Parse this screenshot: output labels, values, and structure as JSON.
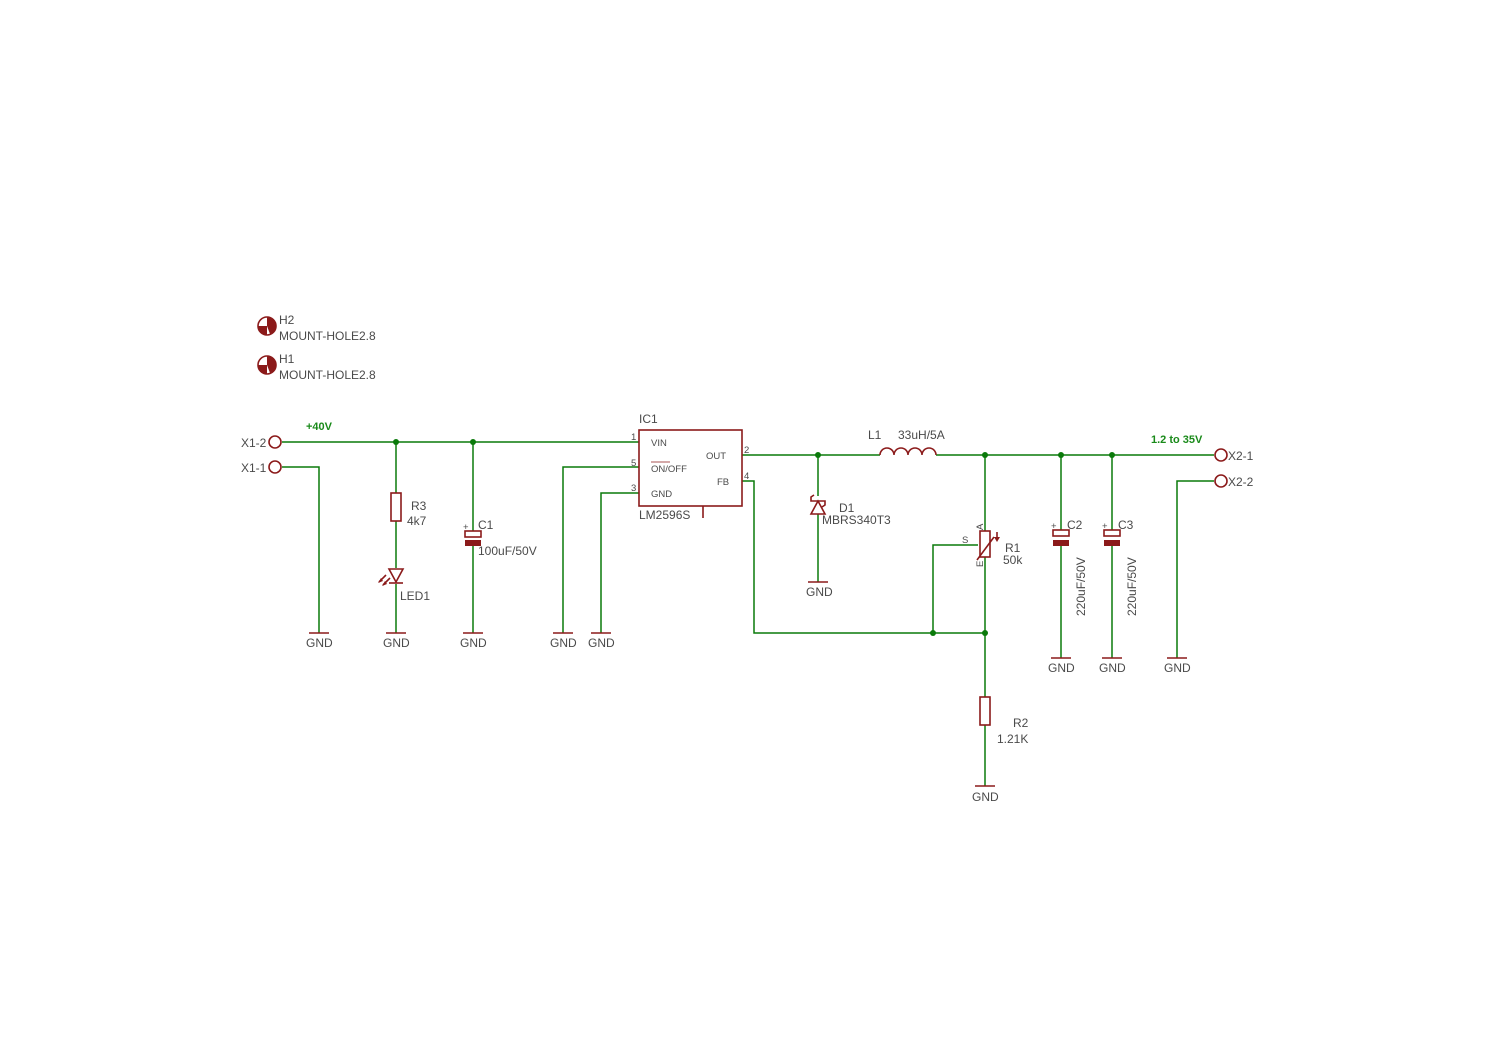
{
  "colors": {
    "wire": "#0a7a0a",
    "symbol": "#8b1a1a",
    "text": "#4a4a4a",
    "net_label": "#1a8a1a"
  },
  "mount_holes": [
    {
      "name": "H2",
      "value": "MOUNT-HOLE2.8"
    },
    {
      "name": "H1",
      "value": "MOUNT-HOLE2.8"
    }
  ],
  "nets": {
    "vin": "+40V",
    "vout": "1.2 to 35V"
  },
  "connectors": {
    "x1_2": "X1-2",
    "x1_1": "X1-1",
    "x2_1": "X2-1",
    "x2_2": "X2-2"
  },
  "ic": {
    "name": "IC1",
    "value": "LM2596S",
    "pins": {
      "vin": "VIN",
      "onoff": "ON/OFF",
      "gnd": "GND",
      "out": "OUT",
      "fb": "FB"
    },
    "pin_numbers": {
      "vin": "1",
      "onoff": "5",
      "gnd": "3",
      "out": "2",
      "fb": "4"
    }
  },
  "components": {
    "r3": {
      "name": "R3",
      "value": "4k7"
    },
    "led1": {
      "name": "LED1"
    },
    "c1": {
      "name": "C1",
      "value": "100uF/50V"
    },
    "l1": {
      "name": "L1",
      "value": "33uH/5A"
    },
    "d1": {
      "name": "D1",
      "value": "MBRS340T3"
    },
    "r1": {
      "name": "R1",
      "value": "50k",
      "pin_s": "S",
      "pin_e": "E",
      "pin_a": "A"
    },
    "r2": {
      "name": "R2",
      "value": "1.21K"
    },
    "c2": {
      "name": "C2",
      "value": "220uF/50V"
    },
    "c3": {
      "name": "C3",
      "value": "220uF/50V"
    }
  },
  "gnd_label": "GND",
  "plus_sign": "+"
}
